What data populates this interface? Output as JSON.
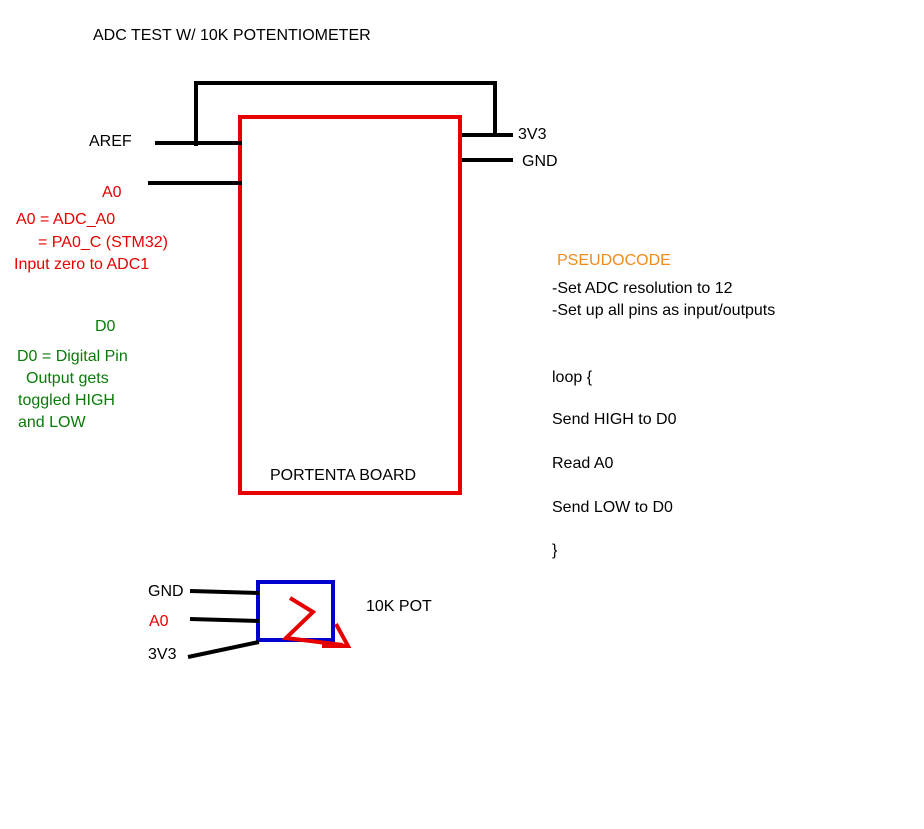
{
  "title": "ADC TEST W/ 10K POTENTIOMETER",
  "board": {
    "label": "PORTENTA BOARD",
    "pins_left": {
      "aref": "AREF",
      "a0": "A0",
      "d0": "D0"
    },
    "pins_right": {
      "v3": "3V3",
      "gnd": "GND"
    }
  },
  "notes": {
    "a0": [
      "A0 = ADC_A0",
      "= PA0_C (STM32)",
      "Input zero to ADC1"
    ],
    "d0": [
      "D0 = Digital Pin",
      "Output gets",
      "toggled HIGH",
      "and LOW"
    ]
  },
  "pot": {
    "label": "10K POT",
    "pins": {
      "gnd": "GND",
      "a0": "A0",
      "v3": "3V3"
    }
  },
  "pseudocode": {
    "heading": "PSEUDOCODE",
    "setup": [
      "-Set ADC resolution to 12",
      "-Set up all pins as input/outputs"
    ],
    "loop_open": "loop {",
    "steps": [
      "Send HIGH to D0",
      "Read A0",
      "Send LOW to D0"
    ],
    "loop_close": "}"
  },
  "colors": {
    "board_outline": "#e60000",
    "pot_outline": "#0000d0",
    "wire": "#000000",
    "a0_text": "#e60000",
    "d0_text": "#0a7a0a",
    "pseudocode_heading": "#f08a1e"
  }
}
